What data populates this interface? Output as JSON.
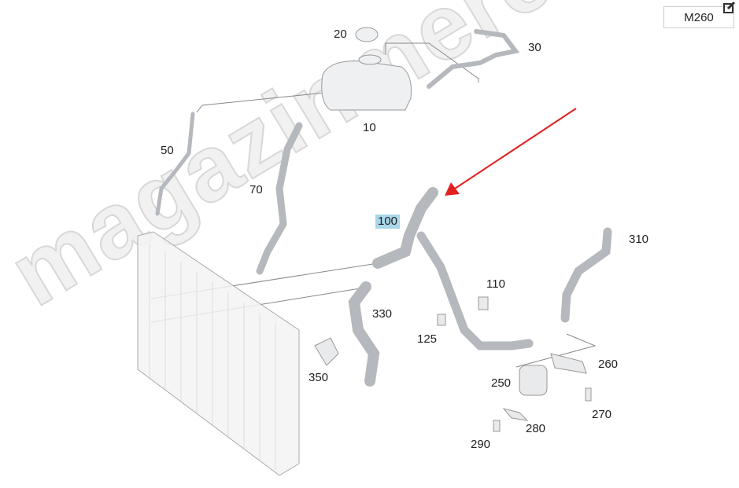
{
  "model_code": "M260",
  "watermark": "magazinmercedes.ru",
  "highlight_color": "#a9d6e8",
  "arrow_color": "#e02020",
  "labels": {
    "p10": "10",
    "p20": "20",
    "p30": "30",
    "p50": "50",
    "p70": "70",
    "p100": "100",
    "p110": "110",
    "p125": "125",
    "p250": "250",
    "p260": "260",
    "p270": "270",
    "p280": "280",
    "p290": "290",
    "p310": "310",
    "p330": "330",
    "p350": "350"
  }
}
